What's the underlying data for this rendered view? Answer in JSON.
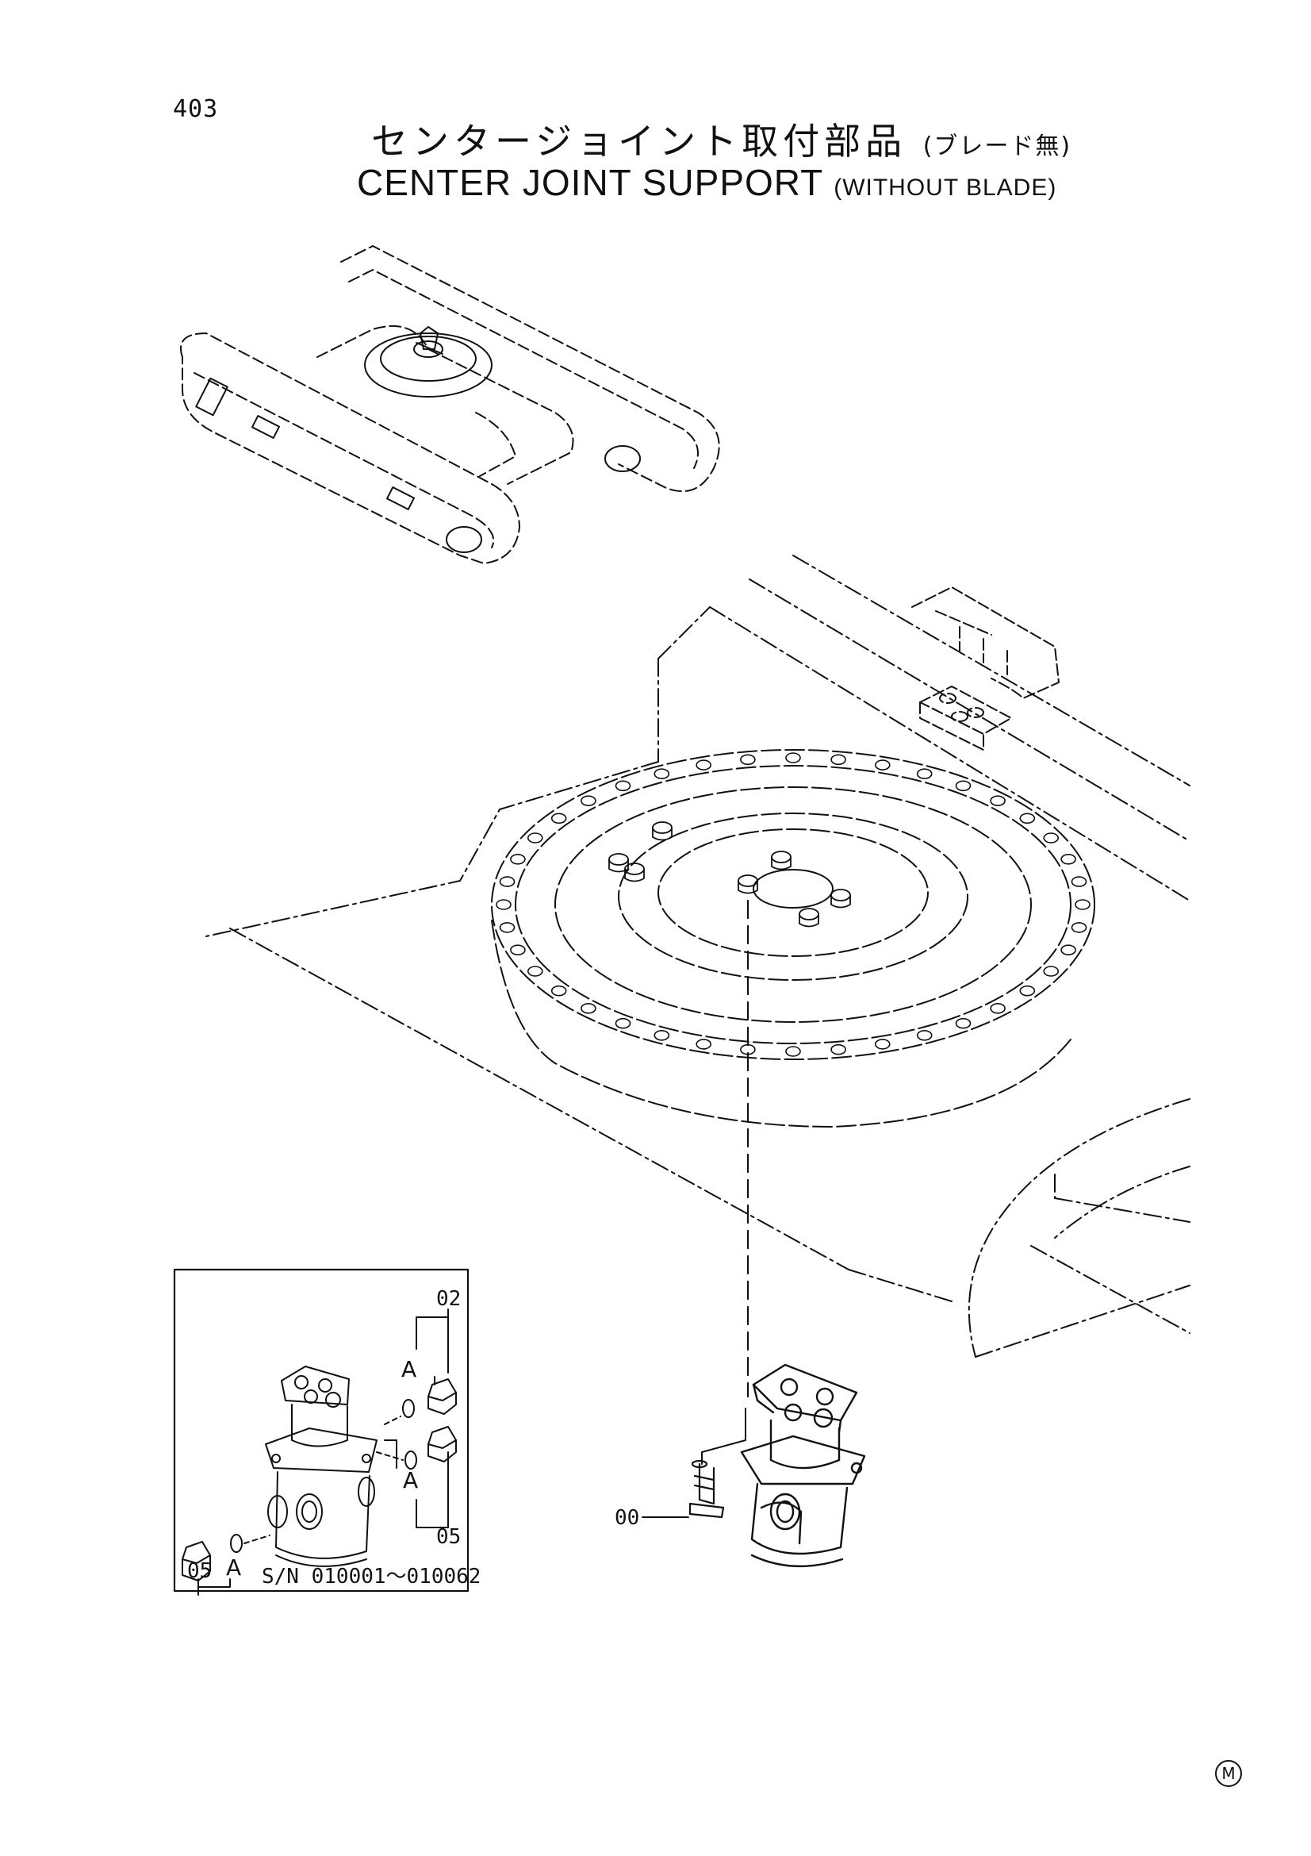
{
  "page": {
    "number": "403",
    "title_jp": "センタージョイント取付部品",
    "title_jp_sub": "(ブレード無)",
    "title_en": "CENTER JOINT SUPPORT",
    "title_en_sub": "(WITHOUT BLADE)",
    "mark": "M"
  },
  "callouts": {
    "main_part": "00",
    "inset_part_top": "02",
    "inset_part_right": "05",
    "inset_part_left": "05",
    "view_a_1": "A",
    "view_a_2": "A",
    "view_a_3": "A"
  },
  "inset": {
    "serial_range": "S/N 010001～010062"
  },
  "icons": [
    "undercarriage-outline",
    "swing-bearing-ring",
    "center-joint",
    "bolt",
    "o-ring",
    "plug",
    "trademark-circle"
  ]
}
